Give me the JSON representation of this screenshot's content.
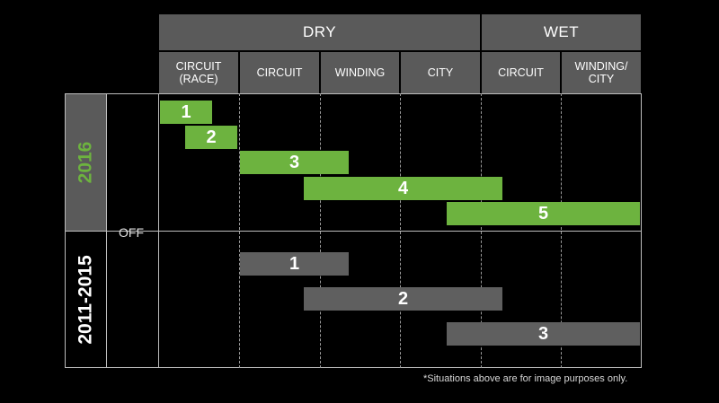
{
  "header": {
    "dry": "DRY",
    "wet": "WET",
    "columns": [
      "CIRCUIT\n(RACE)",
      "CIRCUIT",
      "WINDING",
      "CITY",
      "CIRCUIT",
      "WINDING/\nCITY"
    ]
  },
  "rows": {
    "y2016": "2016",
    "y2011": "2011-2015",
    "off": "OFF"
  },
  "modes_2016": [
    "1",
    "2",
    "3",
    "4",
    "5"
  ],
  "modes_2011": [
    "1",
    "2",
    "3"
  ],
  "colors": {
    "green": "#6db33f",
    "gray": "#5f5f5f",
    "header_bg": "#5a5a5a"
  },
  "note": "*Situations above are for image purposes only."
}
